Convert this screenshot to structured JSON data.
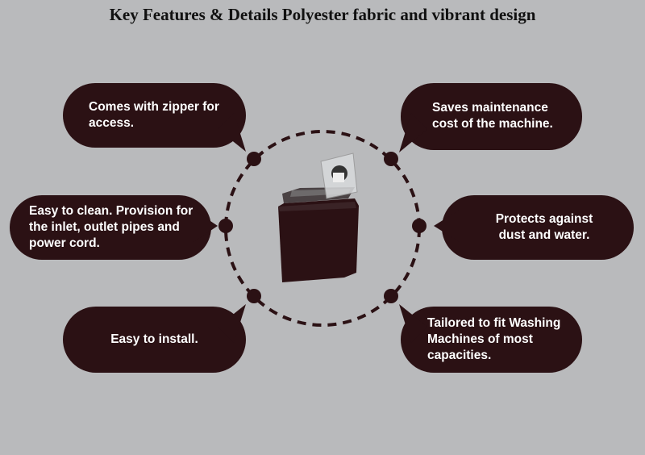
{
  "title": "Key Features & Details Polyester fabric and vibrant design",
  "colors": {
    "background": "#b9babc",
    "bubble": "#2b1114"
  },
  "features": [
    {
      "text": "Comes with zipper for access."
    },
    {
      "text": "Easy to clean. Provision for the inlet, outlet pipes and power cord."
    },
    {
      "text": "Easy to install."
    },
    {
      "text": "Saves maintenance cost of the machine."
    },
    {
      "text": "Protects against dust and water."
    },
    {
      "text": "Tailored to fit Washing Machines of most capacities."
    }
  ],
  "product_image": "washing-machine-with-cover"
}
